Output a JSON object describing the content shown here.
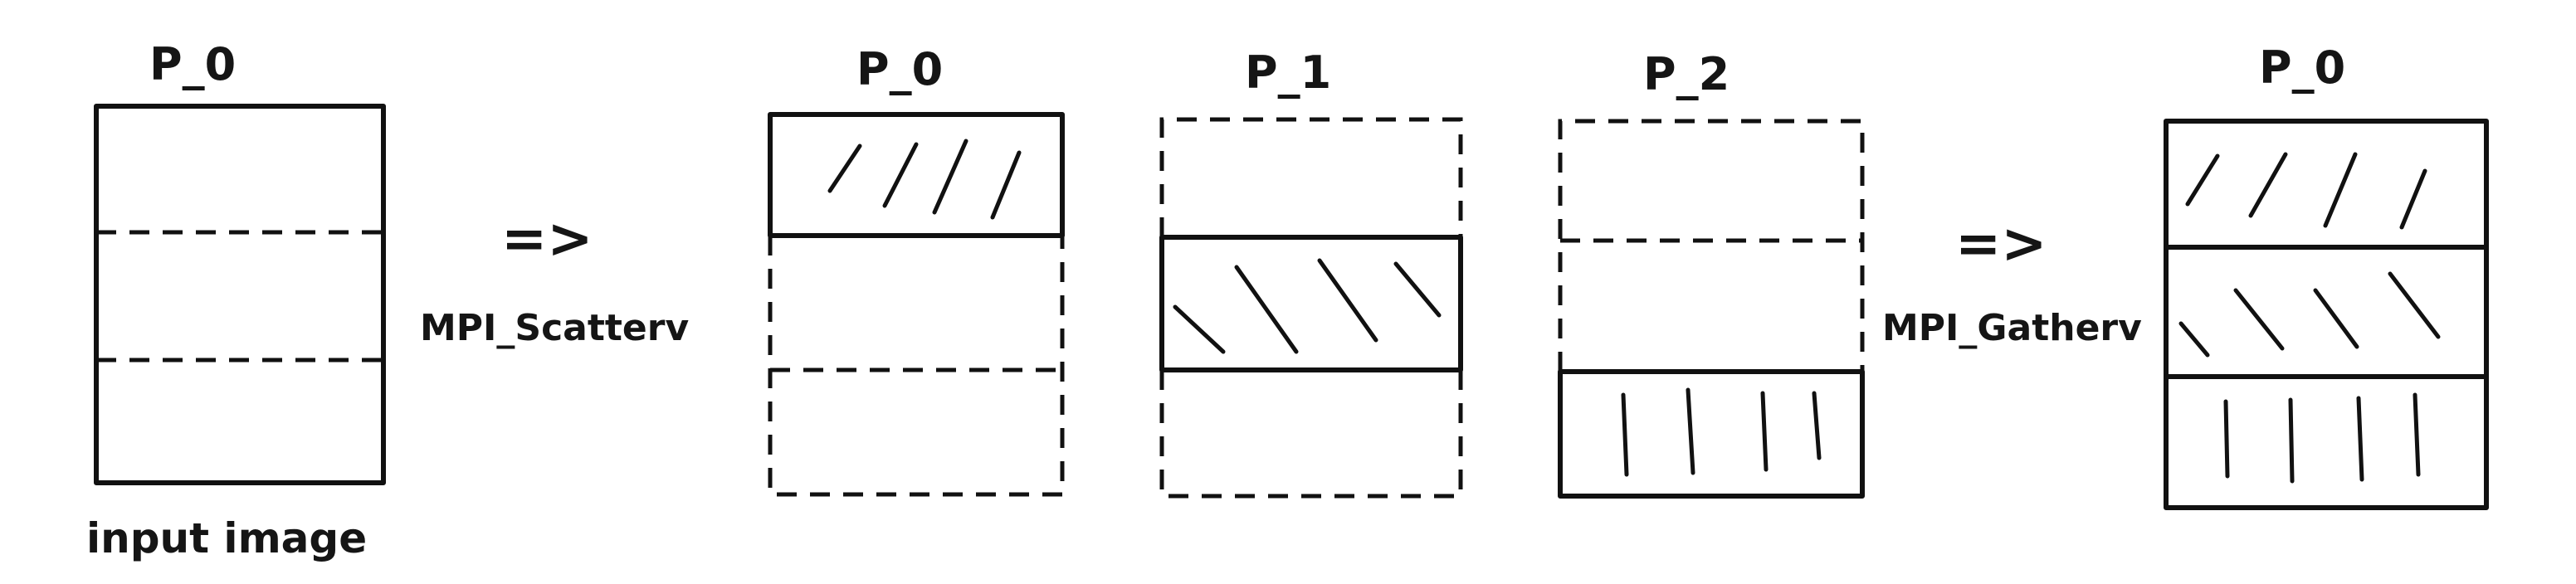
{
  "labels": {
    "input_process": "P_0",
    "input_caption": "input image",
    "scatter_op": "MPI_Scatterv",
    "scatter_arrow": "=>",
    "gather_op": "MPI_Gatherv",
    "gather_arrow": "=>",
    "scatter_p0": "P_0",
    "scatter_p1": "P_1",
    "scatter_p2": "P_2",
    "gathered_process": "P_0"
  },
  "colors": {
    "ink": "#111111",
    "background": "#ffffff"
  }
}
